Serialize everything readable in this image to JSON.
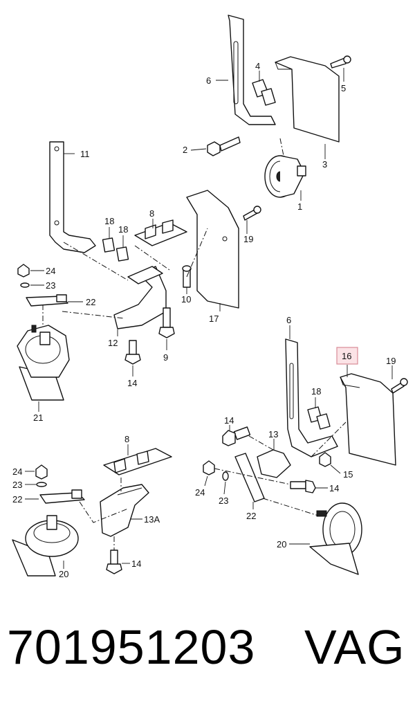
{
  "callouts": {
    "c1": "1",
    "c2": "2",
    "c3": "3",
    "c4": "4",
    "c5": "5",
    "c6a": "6",
    "c11": "11",
    "c18a": "18",
    "c18b": "18",
    "c8a": "8",
    "c19a": "19",
    "c24a": "24",
    "c23a": "23",
    "c22a": "22",
    "c10": "10",
    "c17": "17",
    "c12": "12",
    "c9": "9",
    "c14a": "14",
    "c21": "21",
    "c6b": "6",
    "c16": "16",
    "c19b": "19",
    "c18c": "18",
    "c13": "13",
    "c14b": "14",
    "c15": "15",
    "c24b": "24",
    "c23b": "23",
    "c14c": "14",
    "c22b": "22",
    "c20a": "20",
    "c8b": "8",
    "c24c": "24",
    "c23c": "23",
    "c22c": "22",
    "c13a": "13A",
    "c20b": "20",
    "c14d": "14"
  },
  "highlight_color": "#d98a96",
  "caption": {
    "part_number": "701951203",
    "brand": "VAG"
  }
}
